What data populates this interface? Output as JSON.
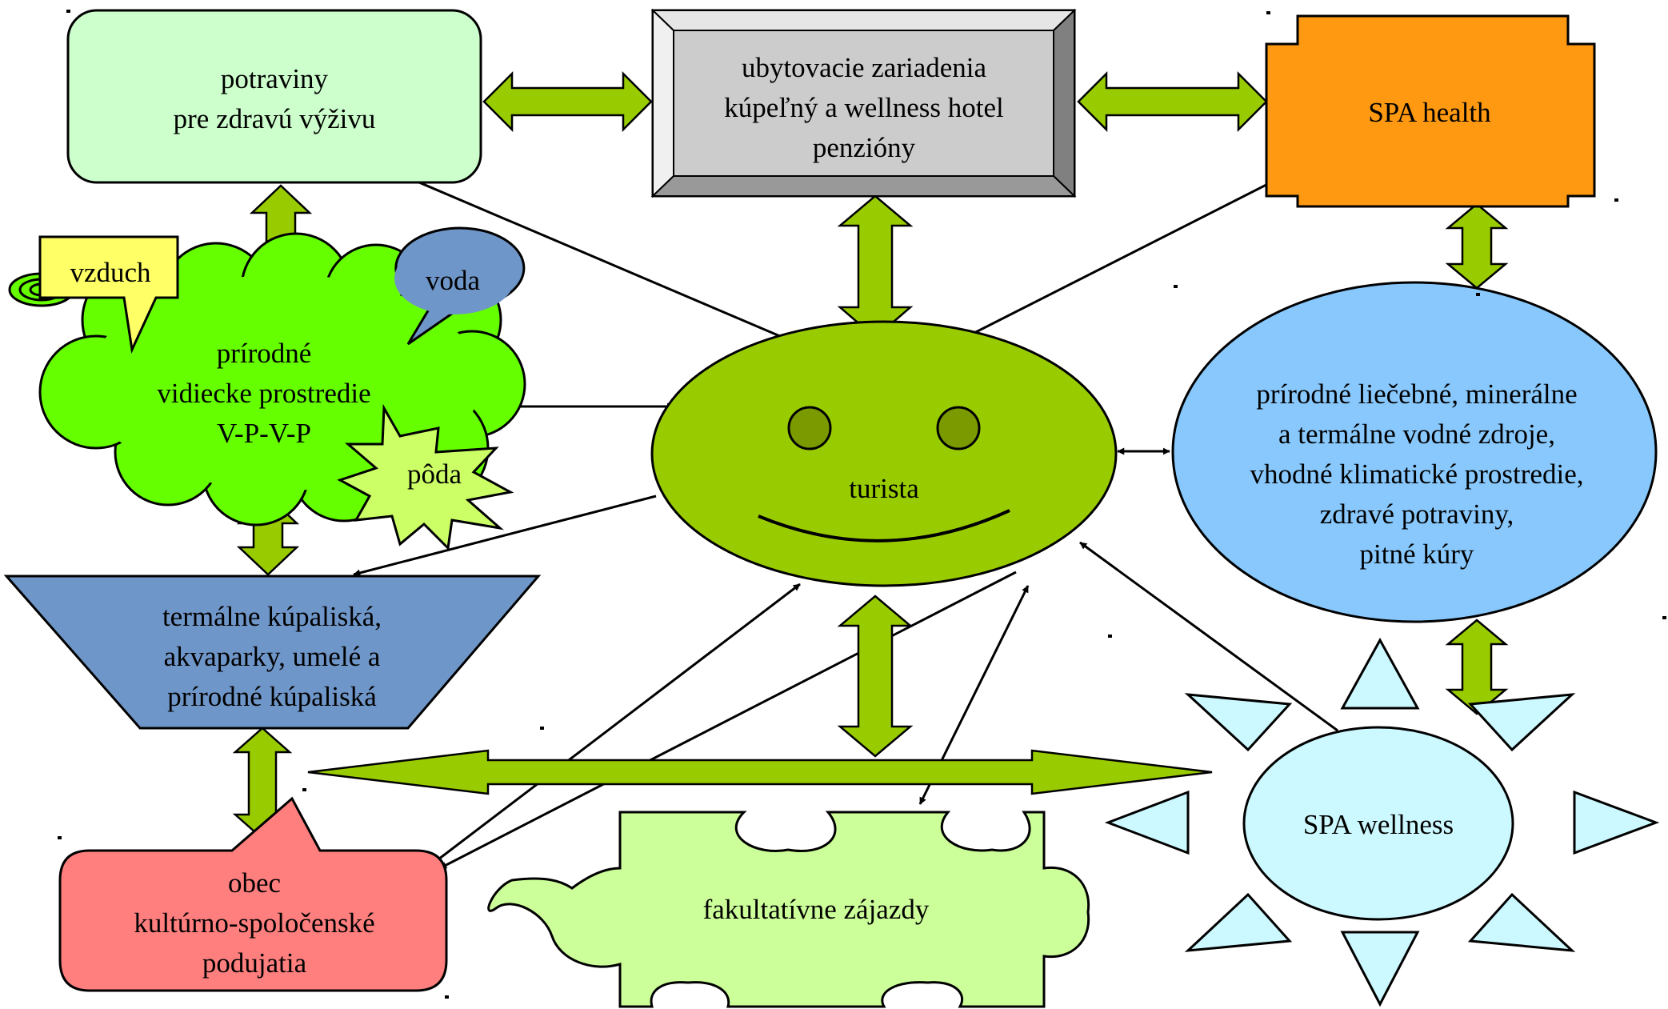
{
  "nodes": {
    "potraviny": {
      "lines": [
        "potraviny",
        "pre zdravú výživu"
      ],
      "color": "#ccffcc"
    },
    "ubytovacie": {
      "lines": [
        "ubytovacie zariadenia",
        "kúpeľný a wellness hotel",
        "penzióny"
      ],
      "color": "#cccccc"
    },
    "spa_health": {
      "lines": [
        "SPA health"
      ],
      "color": "#ff9911"
    },
    "vzduch": {
      "lines": [
        "vzduch"
      ],
      "color": "#ffff66"
    },
    "voda": {
      "lines": [
        "voda"
      ],
      "color": "#6f96c8"
    },
    "prostredie": {
      "lines": [
        "prírodné",
        "vidiecke prostredie",
        "V-P-V-P"
      ],
      "color": "#66ff00"
    },
    "poda": {
      "lines": [
        "pôda"
      ],
      "color": "#ccff66"
    },
    "turista": {
      "lines": [
        "turista"
      ],
      "color": "#99cc00"
    },
    "zdroje": {
      "lines": [
        "prírodné liečebné, minerálne",
        "a termálne vodné zdroje,",
        "vhodné klimatické prostredie,",
        "zdravé potraviny,",
        "pitné kúry"
      ],
      "color": "#88c8fc"
    },
    "kupaliska": {
      "lines": [
        "termálne kúpaliská,",
        "akvaparky, umelé a",
        "prírodné kúpaliská"
      ],
      "color": "#6f96c8"
    },
    "obec": {
      "lines": [
        "obec",
        "kultúrno-spoločenské",
        "podujatia"
      ],
      "color": "#ff7f7f"
    },
    "zajazdy": {
      "lines": [
        "fakultatívne zájazdy"
      ],
      "color": "#ccff99"
    },
    "spa_wellness": {
      "lines": [
        "SPA wellness"
      ],
      "color": "#ccf8ff"
    }
  },
  "connector_color": "#99cc00"
}
